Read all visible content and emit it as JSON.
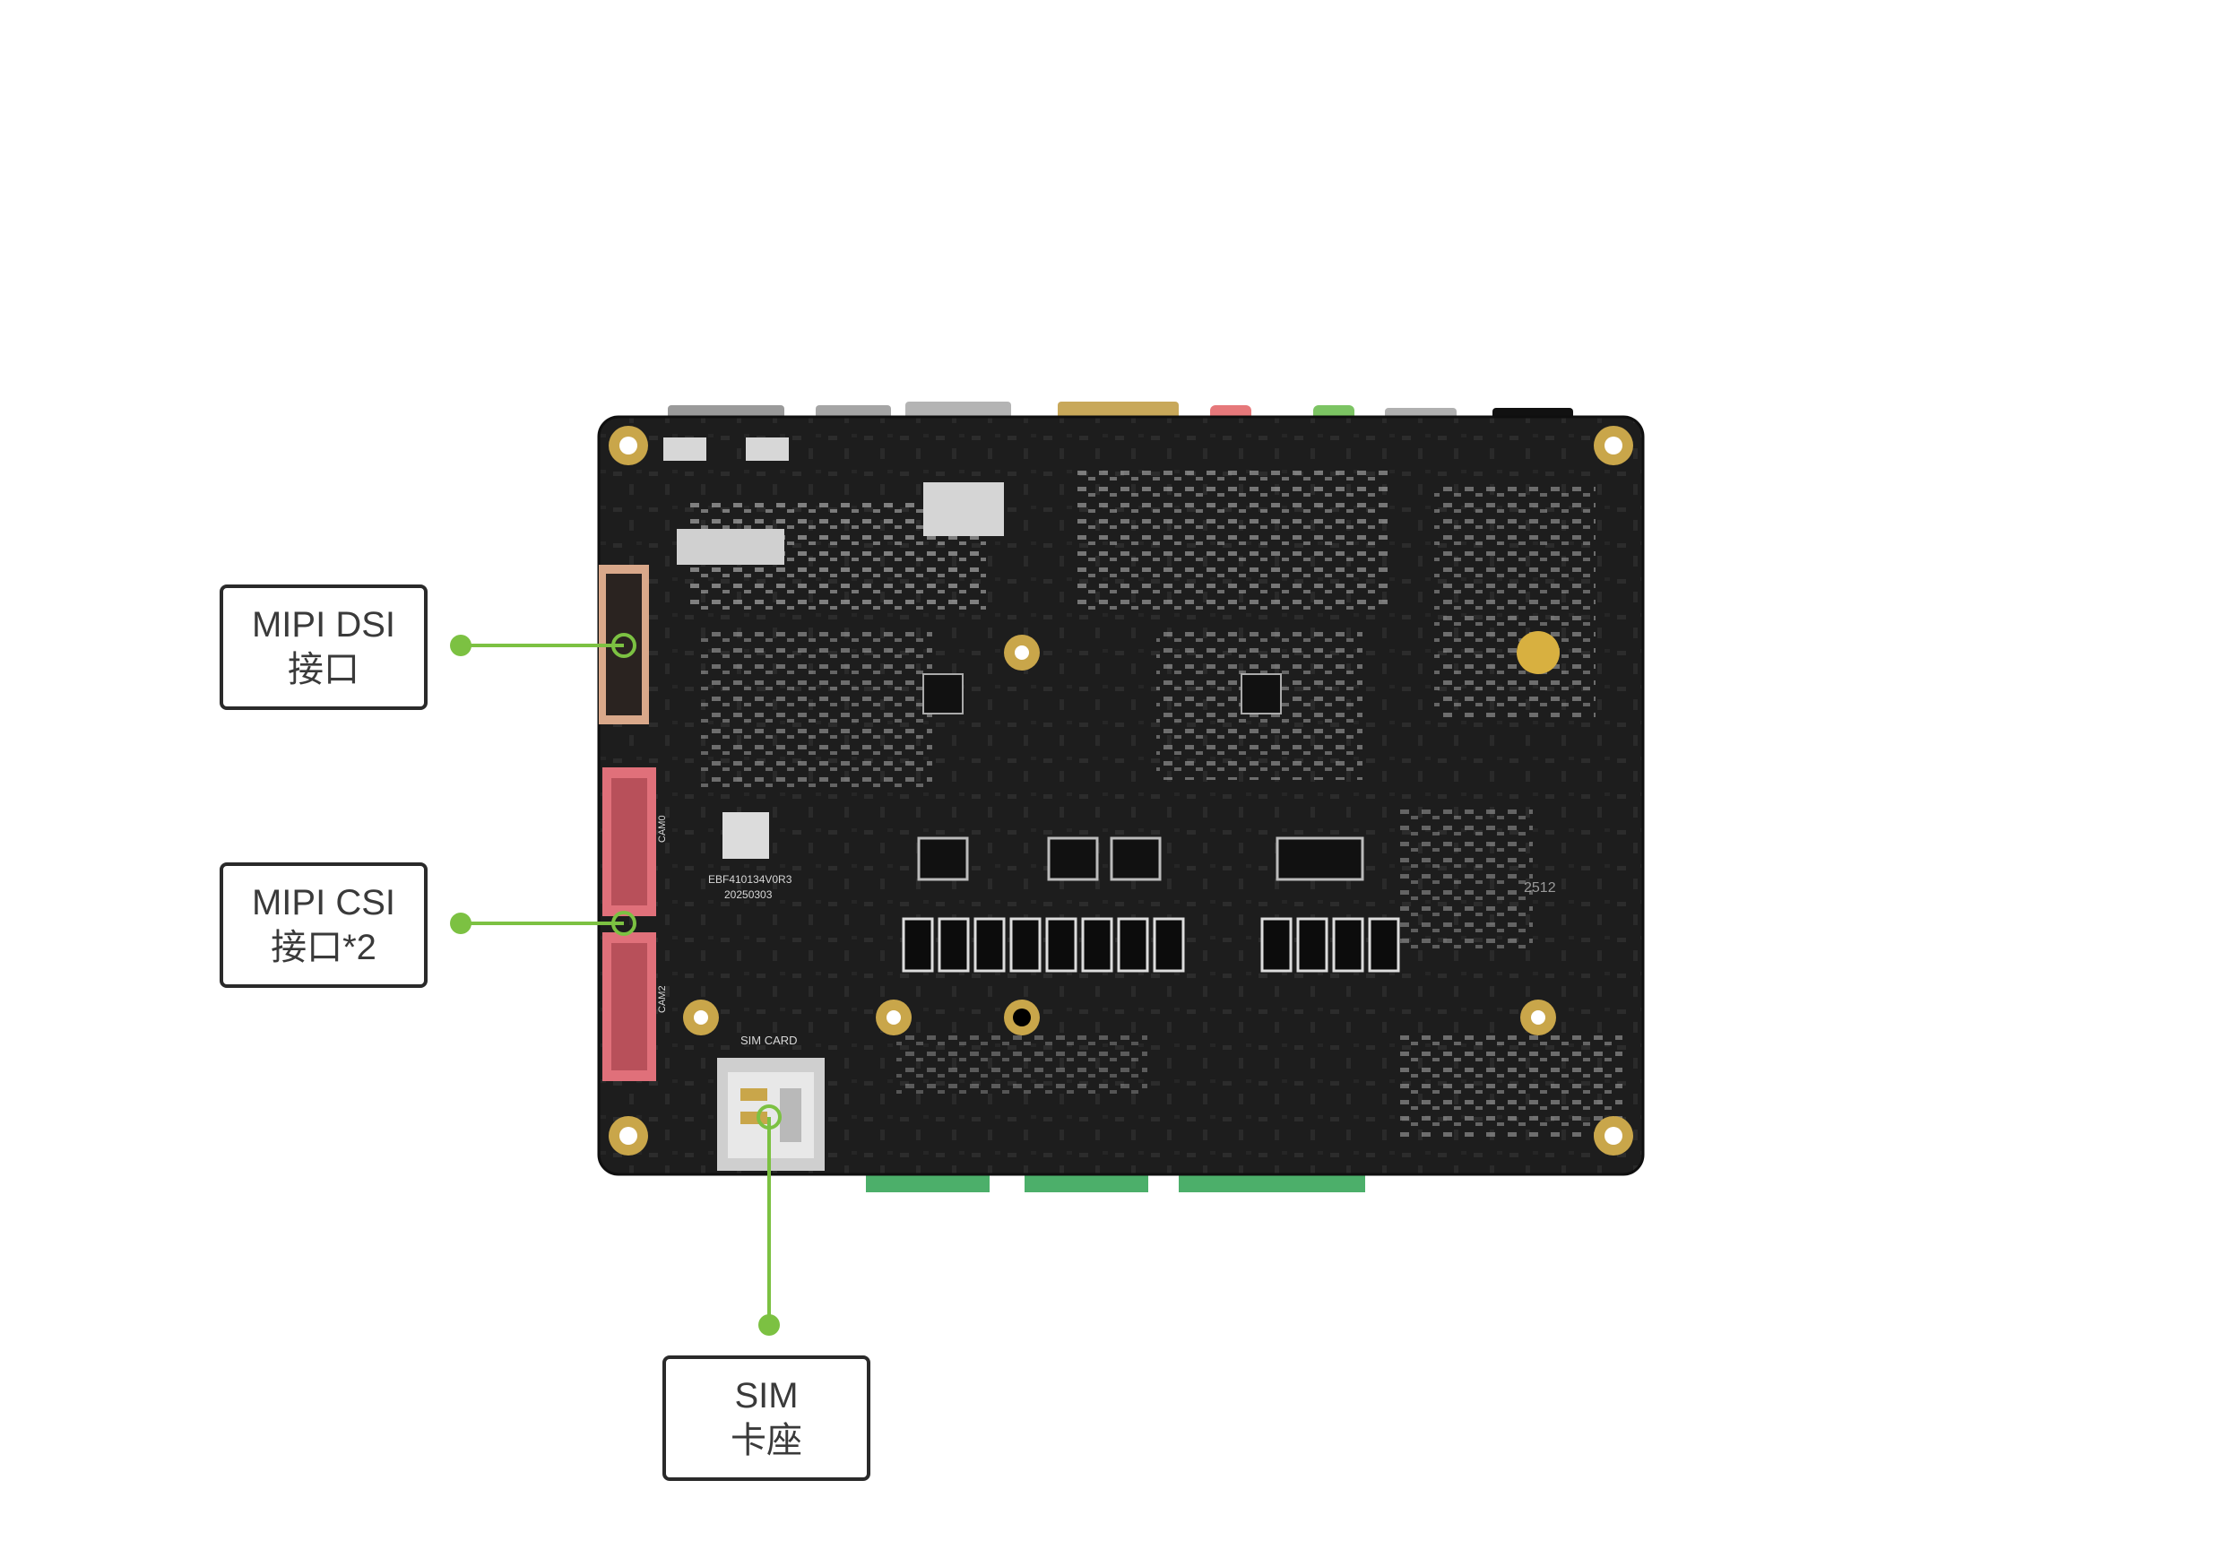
{
  "callouts": {
    "mipi_dsi": {
      "line1": "MIPI DSI",
      "line2": "接口"
    },
    "mipi_csi": {
      "line1": "MIPI CSI",
      "line2": "接口*2"
    },
    "sim": {
      "line1": "SIM",
      "line2": "卡座"
    }
  },
  "board": {
    "silkscreen_id": "EBF410134V0R3",
    "silkscreen_date": "20250303",
    "sim_label": "SIM CARD",
    "cam0_label": "CAM0",
    "cam2_label": "CAM2",
    "code": "2512"
  },
  "colors": {
    "pcb": "#1c1c1c",
    "callout_line": "#7cc142",
    "mipi_csi_connector": "#e0707a",
    "fpc_connector": "#d9a88a",
    "gold_pad": "#c9a64a",
    "terminal_green": "#4caf6a"
  }
}
